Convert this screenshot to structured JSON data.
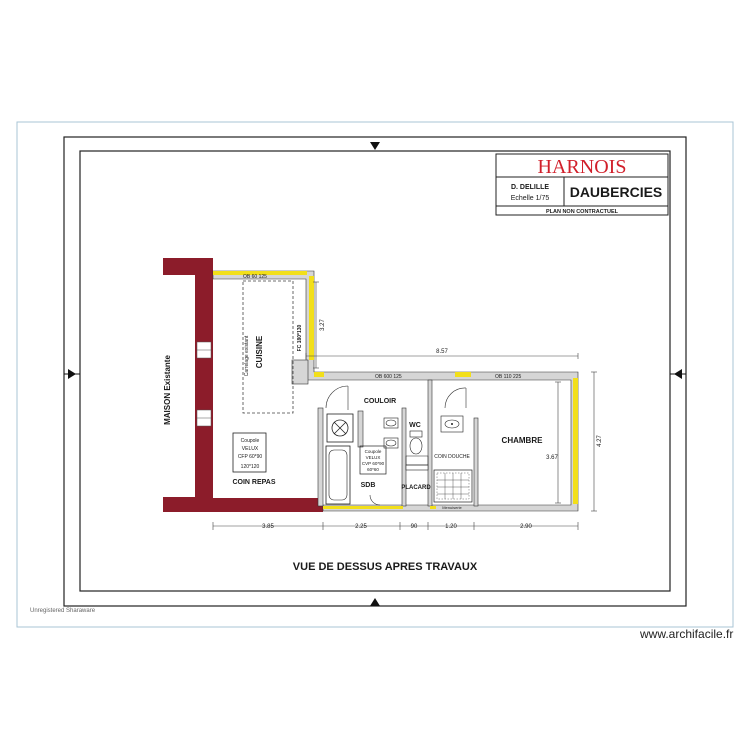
{
  "title_block": {
    "brand": "HARNOIS",
    "designer": "D. DELILLE",
    "scale": "Echelle 1/75",
    "client": "DAUBERCIES",
    "note": "PLAN NON CONTRACTUEL"
  },
  "plan_title": "VUE DE DESSUS APRES TRAVAUX",
  "rooms": {
    "maison": "MAISON Existante",
    "cuisine": "CUISINE",
    "carrelage": "Carrelage existant",
    "coin_repas": "COIN REPAS",
    "couloir": "COULOIR",
    "wc": "WC",
    "sdb": "SDB",
    "placard": "PLACARD",
    "chambre": "CHAMBRE",
    "coin_douche": "COIN DOUCHE"
  },
  "skylights": {
    "s1": [
      "Coupole",
      "VELUX",
      "CFP 60*90",
      "120*120"
    ],
    "s2": [
      "Coupole",
      "VELUX",
      "CVP 60*90",
      "60*60"
    ]
  },
  "openings": {
    "top_window": "OB 60 125",
    "side_window": "FC 180*130",
    "couloir_window": "OB 600 125",
    "chambre_window": "OB 110 225"
  },
  "dims": {
    "kitchen_height": "3.27",
    "total_width": "8.57",
    "chambre_inner": "3.67",
    "chambre_outer": "4.27",
    "b1": "3.85",
    "b2": "2.25",
    "b3": "90",
    "b4": "1.20",
    "b5": "2.90",
    "bottom_note": "Menuiserie"
  },
  "footer": {
    "software": "Unregistered Sharaware",
    "watermark": "www.archifacile.fr"
  },
  "colors": {
    "masonry": "#8c1c2a",
    "wall": "#d6d6d6",
    "accent": "#f2df1a",
    "border": "#a9c4d6",
    "brand": "#d11f2a"
  }
}
